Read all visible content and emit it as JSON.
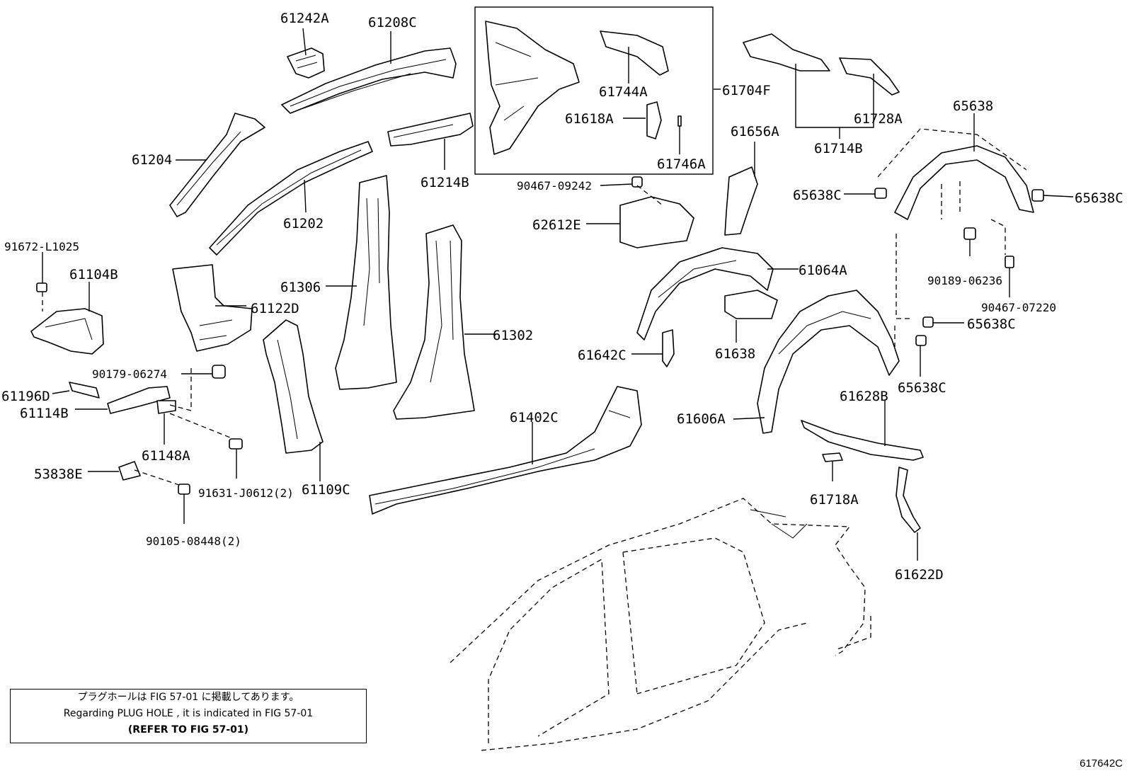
{
  "labels": {
    "p61242A": "61242A",
    "p61208C": "61208C",
    "p61204": "61204",
    "p61202": "61202",
    "p61214B": "61214B",
    "p61744A": "61744A",
    "p61618A": "61618A",
    "p61746A": "61746A",
    "p61704F": "61704F",
    "p61714B": "61714B",
    "p61728A": "61728A",
    "p65638": "65638",
    "p65638C_a": "65638C",
    "p65638C_b": "65638C",
    "p65638C_c": "65638C",
    "p65638C_d": "65638C",
    "p90189_06236": "90189-06236",
    "p90467_07220": "90467-07220",
    "p90467_09242": "90467-09242",
    "p62612E": "62612E",
    "p61656A": "61656A",
    "p61064A": "61064A",
    "p61638": "61638",
    "p61642C": "61642C",
    "p61606A": "61606A",
    "p61628B": "61628B",
    "p61718A": "61718A",
    "p61622D": "61622D",
    "p61306": "61306",
    "p61302": "61302",
    "p61402C": "61402C",
    "p61109C": "61109C",
    "p61122D": "61122D",
    "p91672_L1025": "91672-L1025",
    "p61104B": "61104B",
    "p90179_06274": "90179-06274",
    "p61196D": "61196D",
    "p61114B": "61114B",
    "p61148A": "61148A",
    "p53838E": "53838E",
    "p91631_J0612": "91631-J0612(2)",
    "p90105_08448": "90105-08448(2)"
  },
  "note": {
    "line_jp": "プラグホールは FIG 57-01 に掲載してあります。",
    "line_en": "Regarding PLUG HOLE , it is indicated in FIG 57-01",
    "line_ref": "(REFER TO FIG 57-01)"
  },
  "figure_id": "617642C"
}
